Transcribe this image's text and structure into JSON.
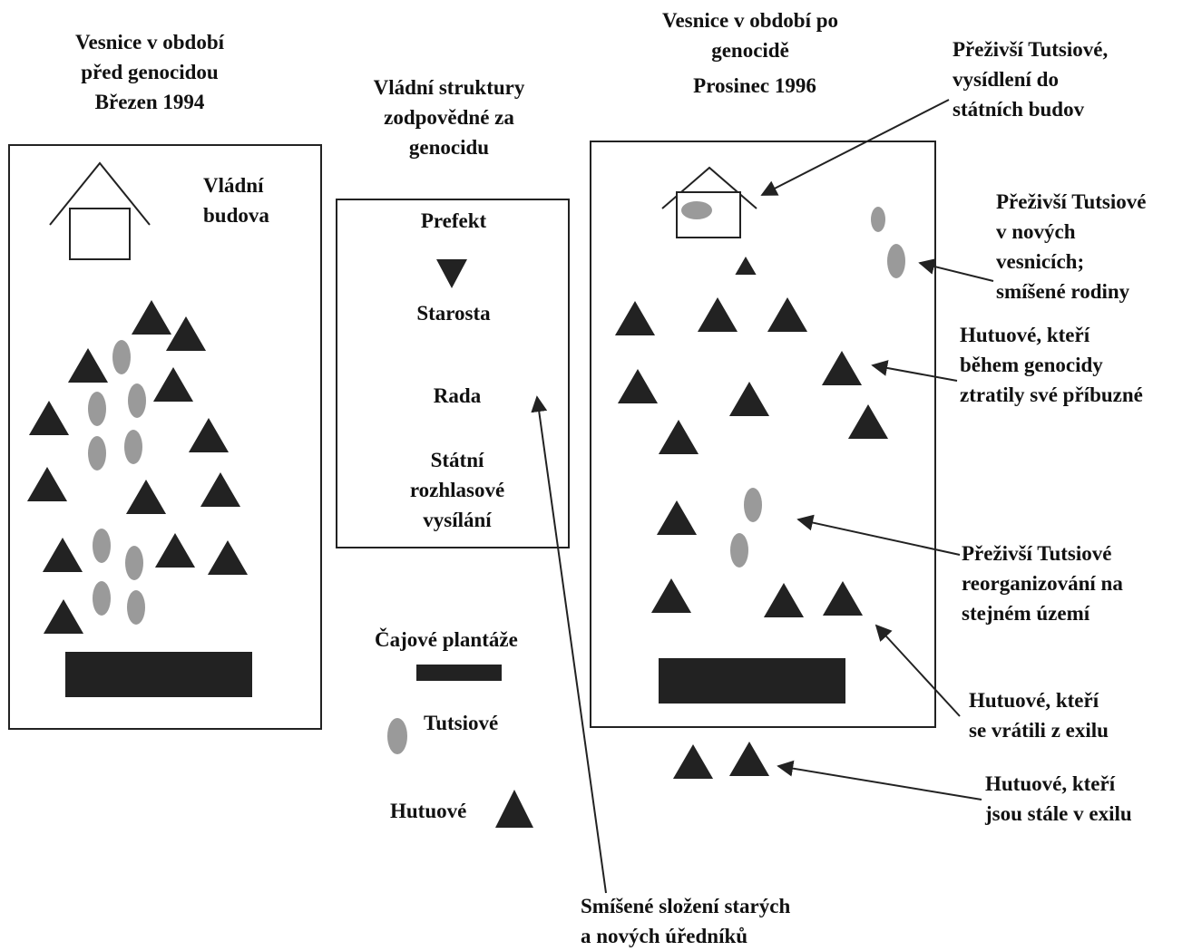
{
  "left_panel": {
    "title": [
      "Vesnice v období",
      "před genocidou",
      "Březen 1994"
    ],
    "building_label": [
      "Vládní",
      "budova"
    ]
  },
  "middle_panel": {
    "title": [
      "Vládní struktury",
      "zodpovědné za",
      "genocidu"
    ],
    "hierarchy": {
      "prefekt": "Prefekt",
      "starosta": "Starosta",
      "rada": "Rada",
      "radio": [
        "Státní",
        "rozhlasové",
        "vysílání"
      ]
    },
    "legend": {
      "plantation": "Čajové plantáže",
      "tutsi": "Tutsiové",
      "hutu": "Hutuové"
    },
    "bottom_note": [
      "Smíšené složení starých",
      "a nových úředníků"
    ]
  },
  "right_panel": {
    "title": [
      "Vesnice v období po",
      "genocidě"
    ],
    "date": "Prosinec 1996",
    "annotations": {
      "survivors_state_buildings": [
        "Přeživší Tutsiové,",
        "vysídlení do",
        "státních budov"
      ],
      "survivors_new_villages": [
        "Přeživší Tutsiové",
        "v nových",
        "vesnicích;",
        "smíšené rodiny"
      ],
      "hutu_lost_relatives": [
        "Hutuové, kteří",
        "během genocidy",
        "ztratily své příbuzné"
      ],
      "survivors_reorganized": [
        "Přeživší  Tutsiové",
        "reorganizování na",
        "stejném území"
      ],
      "hutu_returned": [
        "Hutuové, kteří",
        "se vrátili z exilu"
      ],
      "hutu_still_exile": [
        "Hutuové, kteří",
        "jsou stále v exilu"
      ]
    }
  },
  "colors": {
    "ink": "#222222",
    "tutsi_fill": "#9a9a9a",
    "background": "#ffffff"
  }
}
